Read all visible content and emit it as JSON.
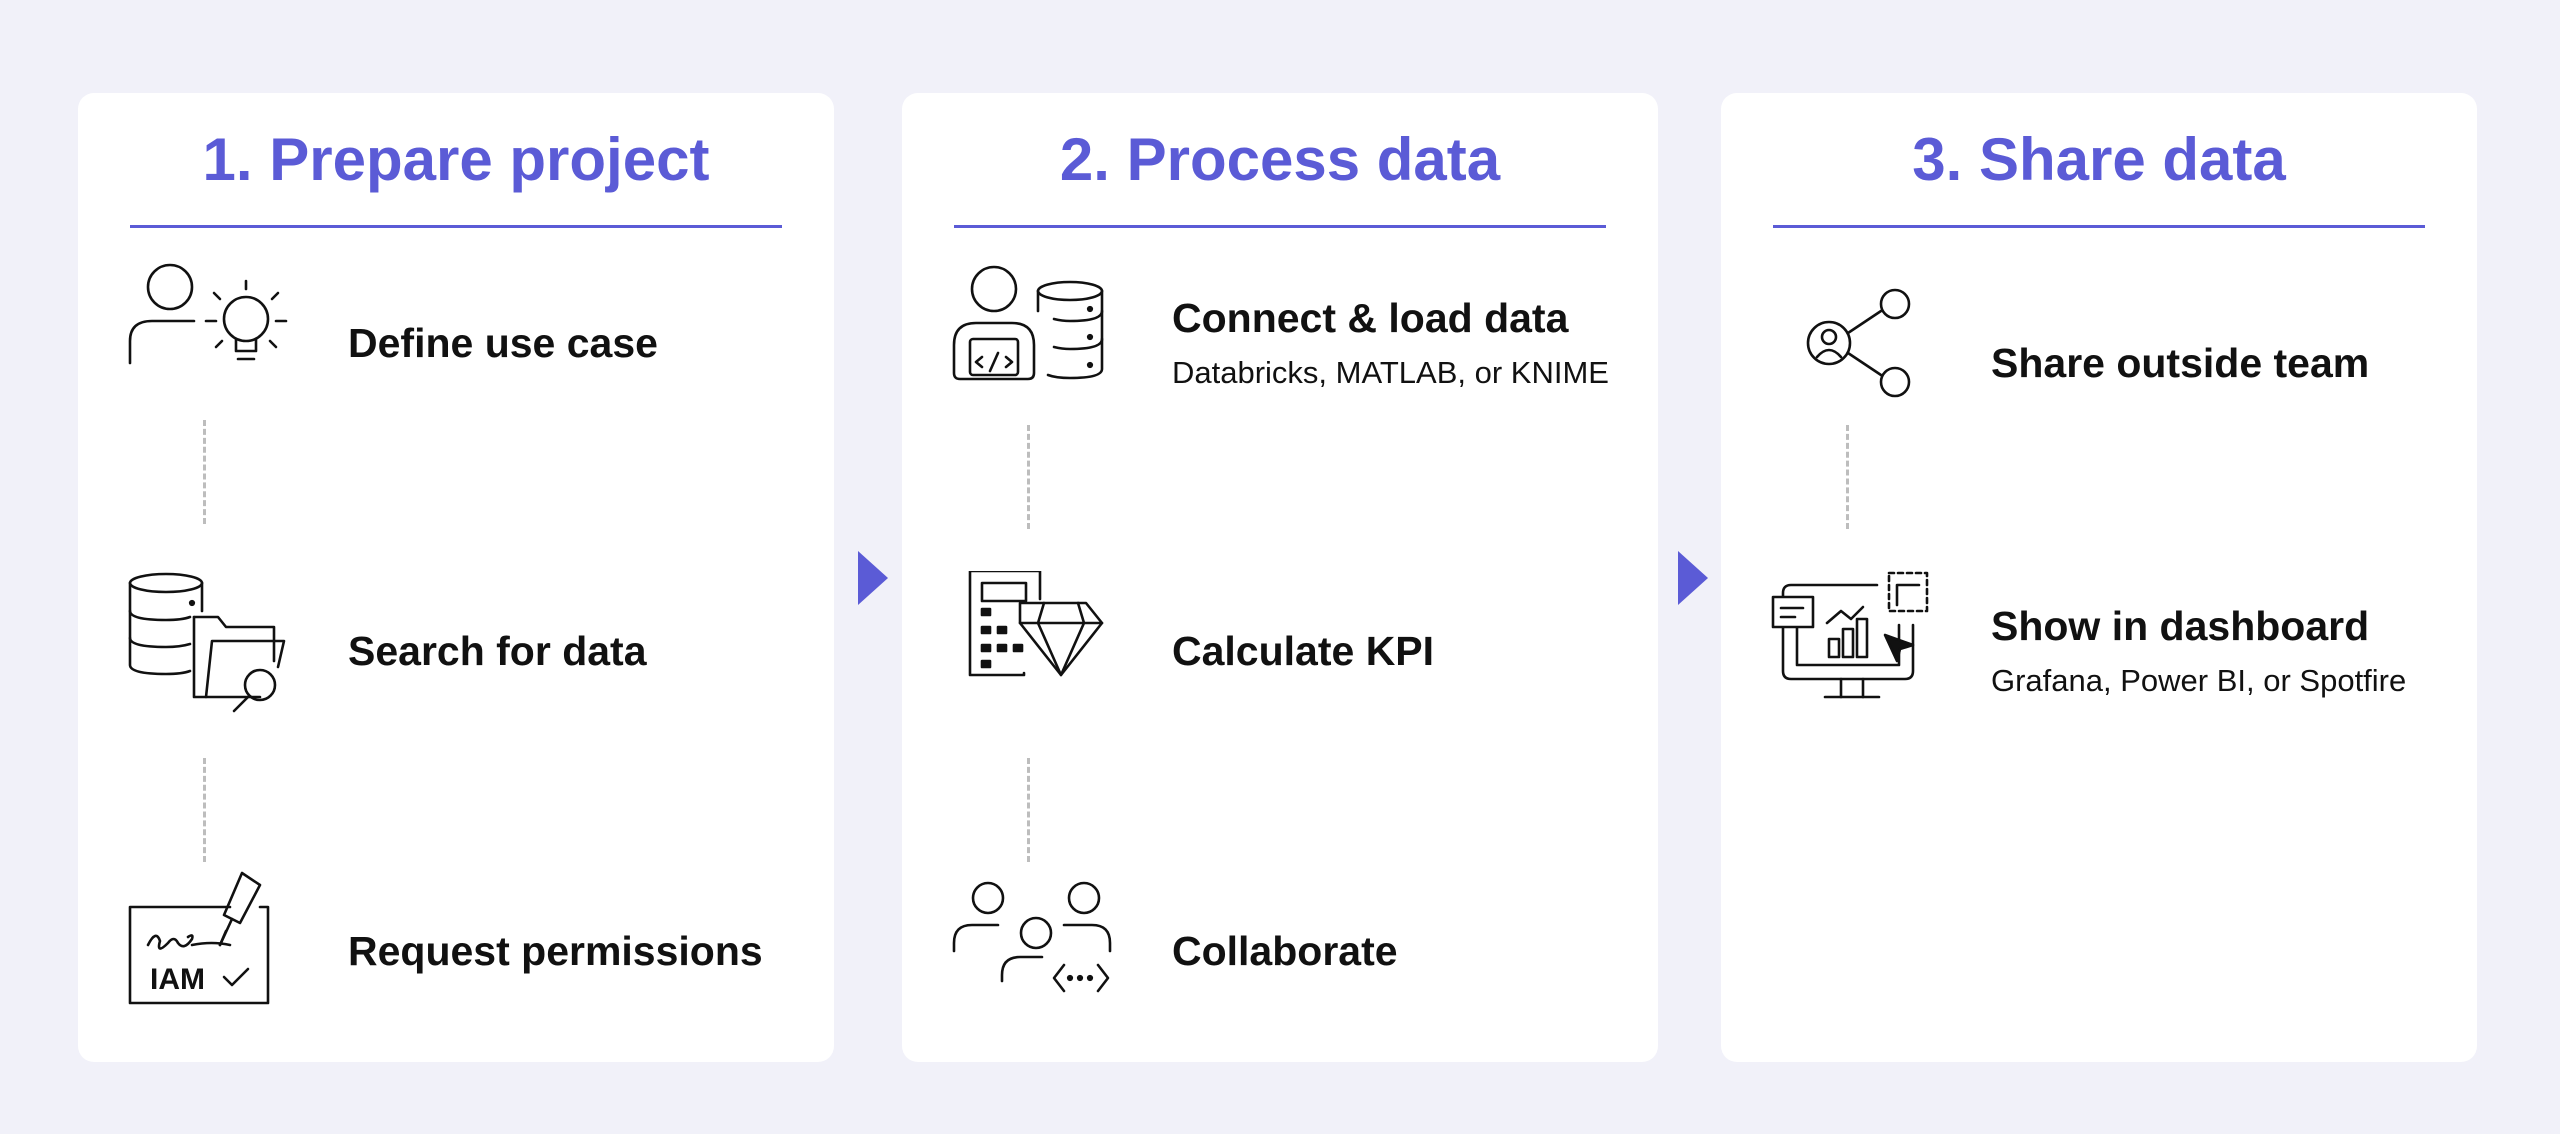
{
  "colors": {
    "accent": "#5b5bd6",
    "card": "#ffffff",
    "background": "#f1f1f9",
    "connector": "#bdbdbd"
  },
  "cards": [
    {
      "title": "1. Prepare project",
      "steps": [
        {
          "label": "Define use case",
          "icon": "person-lightbulb-icon"
        },
        {
          "label": "Search for data",
          "icon": "database-folder-search-icon"
        },
        {
          "label": "Request permissions",
          "icon": "signature-iam-icon",
          "icon_text": "IAM"
        }
      ]
    },
    {
      "title": "2. Process data",
      "steps": [
        {
          "label": "Connect & load data",
          "sub": "Databricks, MATLAB, or KNIME",
          "icon": "developer-database-icon"
        },
        {
          "label": "Calculate KPI",
          "icon": "calculator-diamond-icon"
        },
        {
          "label": "Collaborate",
          "icon": "team-code-icon"
        }
      ]
    },
    {
      "title": "3. Share data",
      "steps": [
        {
          "label": "Share outside team",
          "icon": "share-user-icon"
        },
        {
          "label": "Show in dashboard",
          "sub": "Grafana, Power BI, or Spotfire",
          "icon": "dashboard-monitor-icon"
        }
      ]
    }
  ]
}
